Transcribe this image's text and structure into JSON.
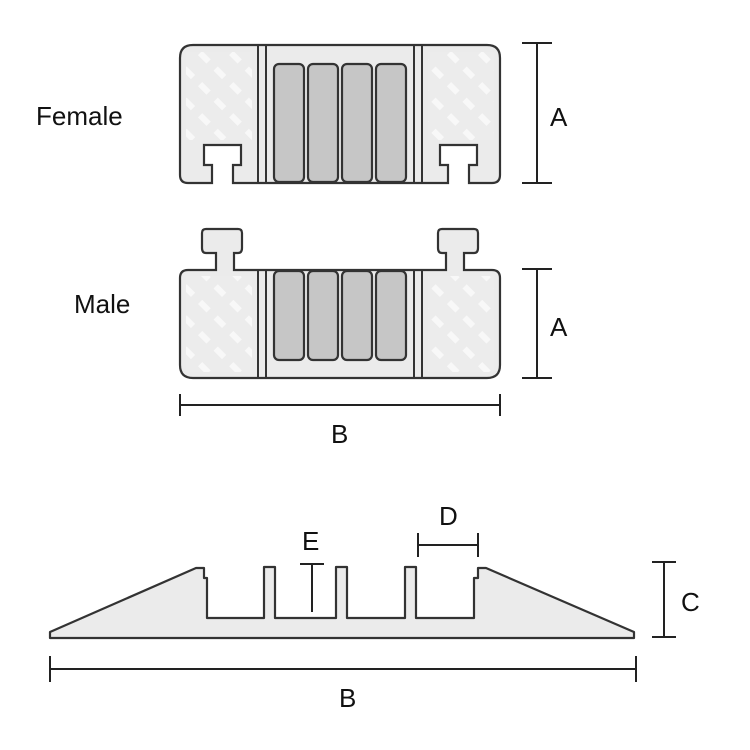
{
  "labels": {
    "female": "Female",
    "male": "Male",
    "a_top": "A",
    "a_mid": "A",
    "b_mid": "B",
    "b_bottom": "B",
    "c": "C",
    "d": "D",
    "e": "E"
  },
  "colors": {
    "body_fill": "#ebebeb",
    "channel_fill": "#c6c6c6",
    "tread_fill": "#f7f7f7",
    "outline": "#333333",
    "text": "#111111"
  },
  "channels": 4
}
